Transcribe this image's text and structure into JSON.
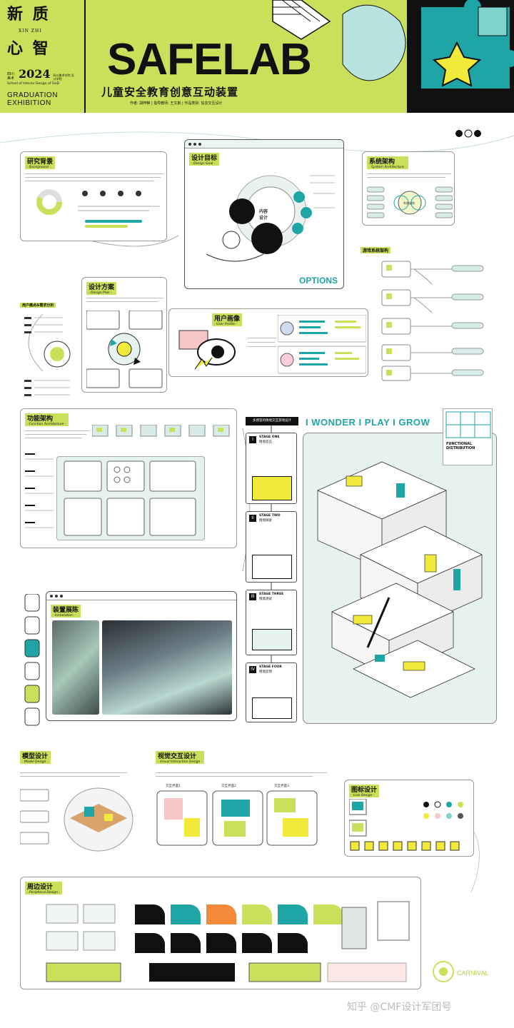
{
  "header": {
    "cn_logo_line1": "新 质",
    "cn_logo_sub": "XIN ZHI",
    "cn_logo_line2": "心 智",
    "year_prefix": "四川 美术",
    "year": "2024",
    "school_cn": "四川美术学院 设计学院",
    "school_en": "School of Interior Design of SiaD",
    "graduation": "GRADUATION",
    "exhibition": "EXHIBITION",
    "title": "SAFELAB",
    "subtitle": "儿童安全教育创意互动装置",
    "credits": "作者: 胡梓麒 | 指导教师: 王文斯 | 作品类别: 信息交互设计"
  },
  "sections": {
    "research": {
      "title": "研究背景",
      "en": "- Background -"
    },
    "goal": {
      "title": "设计目标",
      "en": "- Design Goal -",
      "hub": "内容\n设计",
      "options": "OPTIONS"
    },
    "system": {
      "title": "系统架构",
      "en": "- System Architecture -",
      "center": "系统架构"
    },
    "game": {
      "title": "游戏系统架构"
    },
    "pain": {
      "title": "用户痛点&需求分析"
    },
    "plan": {
      "title": "设计方案",
      "en": "- Design Plan -"
    },
    "persona": {
      "title": "用户画像",
      "en": "- User Profile -"
    },
    "function": {
      "title": "功能架构",
      "en": "- Function Architecture -"
    },
    "flow": {
      "title": "多感官的情境交互游戏设计"
    },
    "wonder": {
      "headline": "I WONDER I PLAY I GROW",
      "functional": "FUNCTIONAL",
      "distribution": "DISTRIBUTION"
    },
    "device": {
      "title": "装置展陈",
      "en": "- Installation -"
    },
    "model": {
      "title": "模型设计",
      "en": "- Model Design -"
    },
    "visual": {
      "title": "视觉交互设计",
      "en": "- Visual Interaction Design -"
    },
    "icon": {
      "title": "图标设计",
      "en": "- Icon Design -"
    },
    "peripheral": {
      "title": "周边设计",
      "en": "- Peripheral Design -"
    }
  },
  "stages": [
    {
      "num": "I",
      "en": "STAGE ONE",
      "cn": "情境反应"
    },
    {
      "num": "II",
      "en": "STAGE TWO",
      "cn": "情境探索"
    },
    {
      "num": "III",
      "en": "STAGE THREE",
      "cn": "情境测试"
    },
    {
      "num": "IV",
      "en": "STAGE FOUR",
      "cn": "情境反馈"
    }
  ],
  "visual_screens": [
    "交互界面1",
    "交互界面2",
    "交互界面3"
  ],
  "carnival": "CARNIVAL",
  "watermark": "知乎 @CMF设计军团号",
  "colors": {
    "lime": "#c9e15a",
    "teal": "#1fa5a5",
    "mint": "#e6f2ee",
    "black": "#111111"
  }
}
